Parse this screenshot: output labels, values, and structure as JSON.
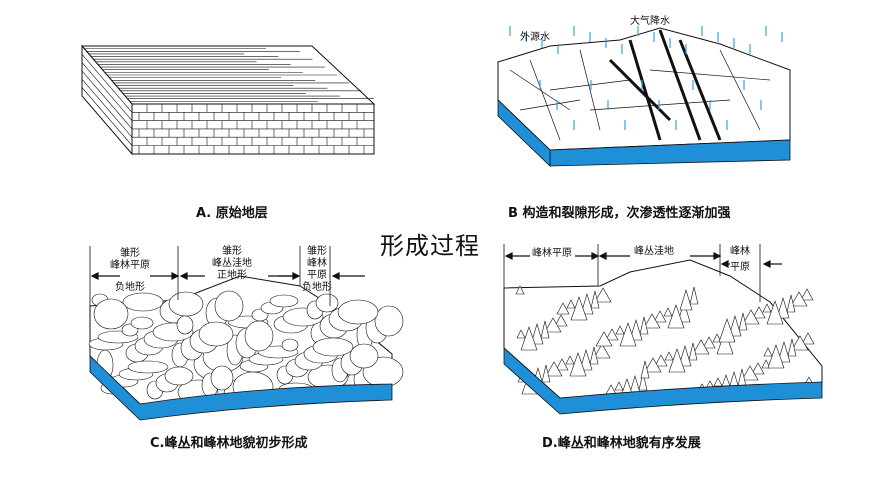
{
  "center_title": "形成过程",
  "panels": {
    "a": {
      "caption_letter": "A.",
      "caption_text": "原始地层"
    },
    "b": {
      "caption_letter": "B",
      "caption_text": "构造和裂隙形成，次渗透性逐渐加强",
      "label_external": "外源水",
      "label_rain": "大气降水"
    },
    "c": {
      "caption_letter": "C.",
      "caption_text": "峰丛和峰林地貌初步形成",
      "left_line1": "雏形",
      "left_line2": "峰林平原",
      "left_line3": "负地形",
      "mid_line1": "雏形",
      "mid_line2": "峰丛洼地",
      "mid_line3": "正地形",
      "right_line1": "雏形",
      "right_line2": "峰林",
      "right_line3": "平原",
      "right_line4": "负地形"
    },
    "d": {
      "caption_letter": "D.",
      "caption_text": "峰丛和峰林地貌有序发展",
      "left_label": "峰林平原",
      "mid_label": "峰丛洼地",
      "right_line1": "峰林",
      "right_line2": "平原"
    }
  },
  "colors": {
    "water": "#1f8fd8",
    "water_dark": "#1060b0",
    "rain": "#3aa0e0",
    "ink": "#111111"
  }
}
